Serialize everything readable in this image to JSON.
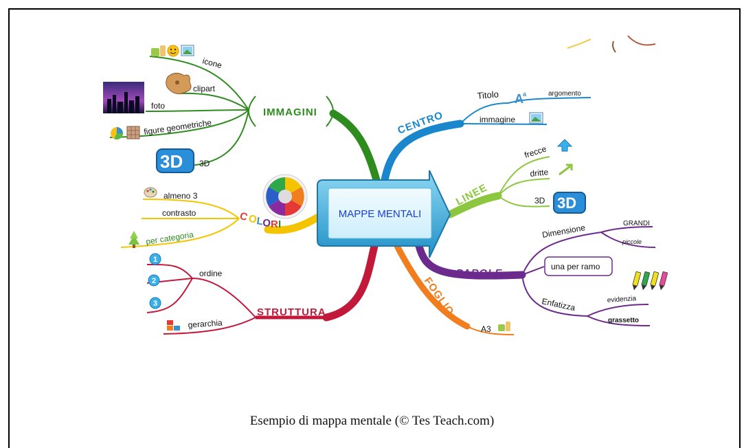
{
  "center": {
    "label": "MAPPE MENTALI"
  },
  "branches": {
    "immagini": {
      "label": "IMMAGINI",
      "items": [
        "icone",
        "clipart",
        "foto",
        "figure geometriche",
        "3D"
      ],
      "color": "#2e8b1e"
    },
    "colori": {
      "letters": [
        "C",
        "O",
        "L",
        "O",
        "R",
        "I"
      ],
      "items": [
        "almeno 3",
        "contrasto",
        "per categoria"
      ],
      "color": "#f5c400"
    },
    "struttura": {
      "label": "STRUTTURA",
      "items": [
        "ordine",
        "gerarchia"
      ],
      "numbers": [
        "1",
        "2",
        "3"
      ],
      "color": "#c2183a"
    },
    "centro": {
      "label": "CENTRO",
      "titolo": "Titolo",
      "argomento": "argomento",
      "immagine": "immagine",
      "color": "#1a86cc"
    },
    "linee": {
      "label": "LINEE",
      "items": [
        "frecce",
        "dritte",
        "3D"
      ],
      "color": "#8cc63f"
    },
    "parole": {
      "label": "PAROLE",
      "dimensione": "Dimensione",
      "grandi": "GRANDI",
      "piccole": "piccole",
      "una_per_ramo": "una per ramo",
      "enfatizza": "Enfatizza",
      "evidenzia": "evidenzia",
      "grassetto": "grassetto",
      "color": "#6b2a8c"
    },
    "foglio": {
      "label": "FOGLIO",
      "items": [
        "A3"
      ],
      "color": "#f07d1e"
    }
  },
  "icons": {
    "badge_3d_left": "3D",
    "badge_3d_right": "3D"
  },
  "caption": "Esempio di mappa mentale (© Tes Teach.com)"
}
